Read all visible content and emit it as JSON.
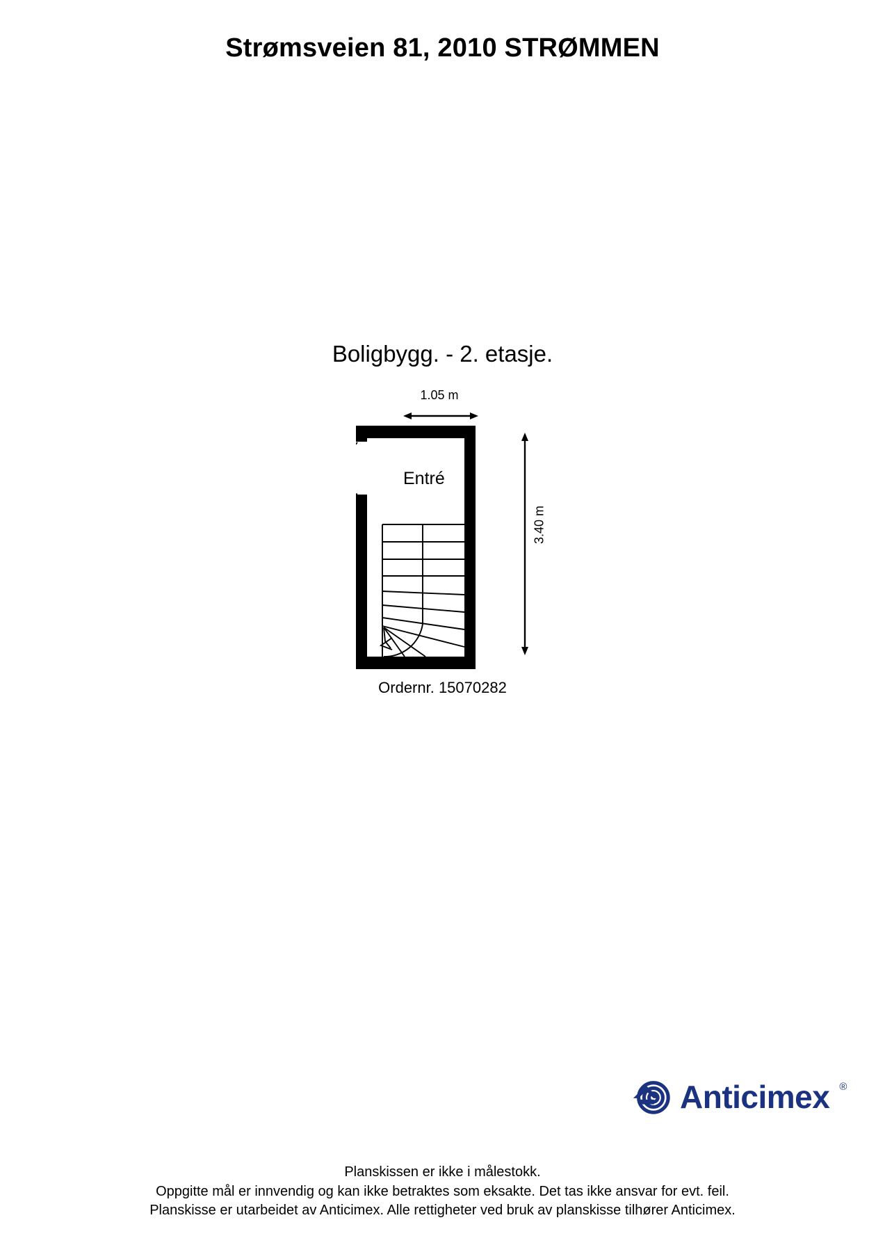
{
  "document": {
    "title": "Strømsveien 81, 2010 STRØMMEN"
  },
  "plan": {
    "subtitle": "Boligbygg. - 2. etasje.",
    "order_label": "Ordernr. 15070282",
    "rooms": [
      {
        "name": "Entré"
      }
    ],
    "dimensions": {
      "width_label": "1.05 m",
      "height_label": "3.40 m"
    },
    "features": {
      "door_icon": "door-swing-icon",
      "stair_icon": "staircase-icon",
      "stair_direction_icon": "stair-direction-arrow-icon"
    }
  },
  "logo": {
    "name": "Anticimex",
    "registered_mark": "®",
    "color": "#1b3281",
    "mark_icon": "anticimex-spiral-icon"
  },
  "footer": {
    "lines": [
      "Planskissen er ikke i målestokk.",
      "Oppgitte mål er innvendig og kan ikke betraktes som eksakte. Det tas ikke ansvar for evt. feil.",
      "Planskisse er utarbeidet av Anticimex. Alle rettigheter ved bruk av planskisse tilhører Anticimex."
    ]
  }
}
